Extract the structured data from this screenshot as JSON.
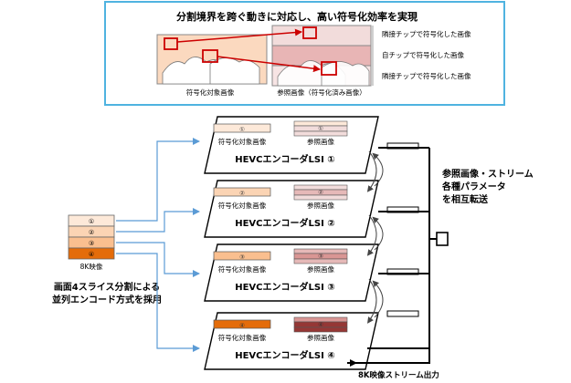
{
  "top_panel": {
    "title": "分割境界を跨ぐ動きに対応し、高い符号化効率を実現",
    "left_caption": "符号化対象画像",
    "right_caption": "参照画像（符号化済み画像）",
    "legend": [
      "隣接チップで符号化した画像",
      "自チップで符号化した画像",
      "隣接チップで符号化した画像"
    ],
    "colors": {
      "border": "#4fb3e0",
      "arrow": "#cc0000",
      "target_bg": "#fbd9bf",
      "ref_bg": "#e8b5b5"
    }
  },
  "input": {
    "label": "8K映像",
    "slices": [
      "①",
      "②",
      "③",
      "④"
    ],
    "slice_colors": [
      "#fde9d9",
      "#fbd4b4",
      "#fabf8f",
      "#e46c0a"
    ]
  },
  "method_text": [
    "画面4スライス分割による",
    "並列エンコード方式を採用"
  ],
  "encoders": [
    {
      "name": "HEVCエンコーダLSI ①",
      "num": "①",
      "target_label": "符号化対象画像",
      "ref_label": "参照画像",
      "target_color": "#fde9d9",
      "ref_colors": [
        "#fde9d9",
        "#f2dcdb",
        "#f2dcdb"
      ]
    },
    {
      "name": "HEVCエンコーダLSI ②",
      "num": "②",
      "target_label": "符号化対象画像",
      "ref_label": "参照画像",
      "target_color": "#fbd4b4",
      "ref_colors": [
        "#f2dcdb",
        "#e6b9b8",
        "#f2dcdb"
      ]
    },
    {
      "name": "HEVCエンコーダLSI ③",
      "num": "③",
      "target_label": "符号化対象画像",
      "ref_label": "参照画像",
      "target_color": "#fabf8f",
      "ref_colors": [
        "#e6b9b8",
        "#d99694",
        "#e6b9b8"
      ]
    },
    {
      "name": "HEVCエンコーダLSI ④",
      "num": "④",
      "target_label": "符号化対象画像",
      "ref_label": "参照画像",
      "target_color": "#e46c0a",
      "ref_colors": [
        "#d99694",
        "#953735",
        "#953735"
      ]
    }
  ],
  "transfer_text": [
    "参照画像・ストリーム",
    "各種パラメータ",
    "を相互転送"
  ],
  "output_label": "8K映像ストリーム出力"
}
